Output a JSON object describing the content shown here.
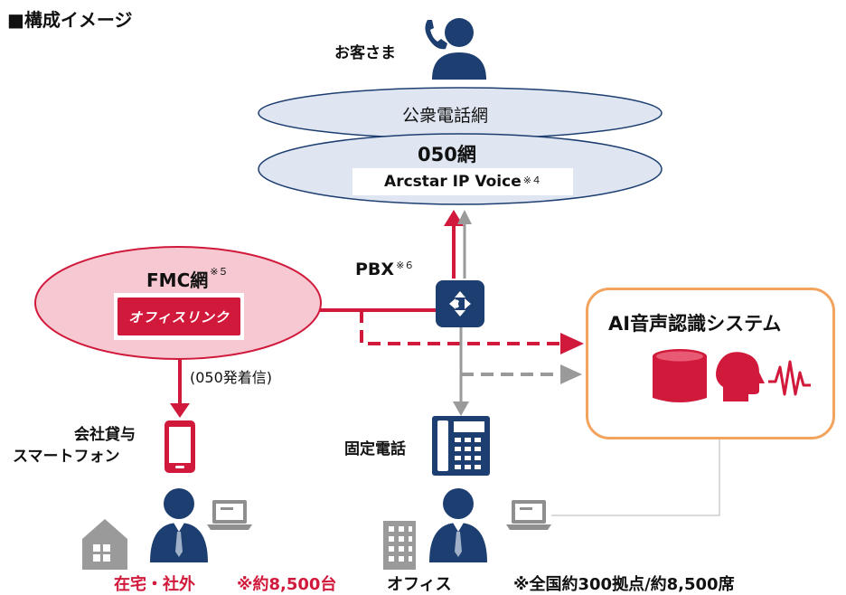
{
  "title": "■構成イメージ",
  "customer": {
    "label": "お客さま"
  },
  "public_network": {
    "label": "公衆電話網"
  },
  "network_050": {
    "label": "050網",
    "service": "Arcstar IP Voice",
    "note": "※４"
  },
  "fmc": {
    "label": "FMC網",
    "note": "※５",
    "logo_text": "オフィスリンク"
  },
  "pbx": {
    "label": "PBX",
    "note": "※６"
  },
  "fmc_call_label": "(050発着信)",
  "smartphone": {
    "line1": "会社貸与",
    "line2": "スマートフォン"
  },
  "fixed_phone": {
    "label": "固定電話"
  },
  "ai_system": {
    "label": "AI音声認識システム"
  },
  "home": {
    "label": "在宅・社外",
    "count": "※約8,500台"
  },
  "office": {
    "label": "オフィス",
    "count": "※全国約300拠点/約8,500席"
  },
  "colors": {
    "red": "#d1193b",
    "gray": "#9a9a9a",
    "navy": "#1d3e70",
    "ellipse_fill": "#dfe6f1",
    "ellipse_stroke": "#1d3e70",
    "fmc_fill": "#f6c9d2",
    "ai_border": "#f2a35e"
  },
  "icons": [
    "phone-icon",
    "person-icon",
    "pbx-switch-icon",
    "smartphone-icon",
    "desk-phone-icon",
    "laptop-icon",
    "house-icon",
    "building-icon",
    "database-icon",
    "speaking-head-icon",
    "waveform-icon"
  ]
}
